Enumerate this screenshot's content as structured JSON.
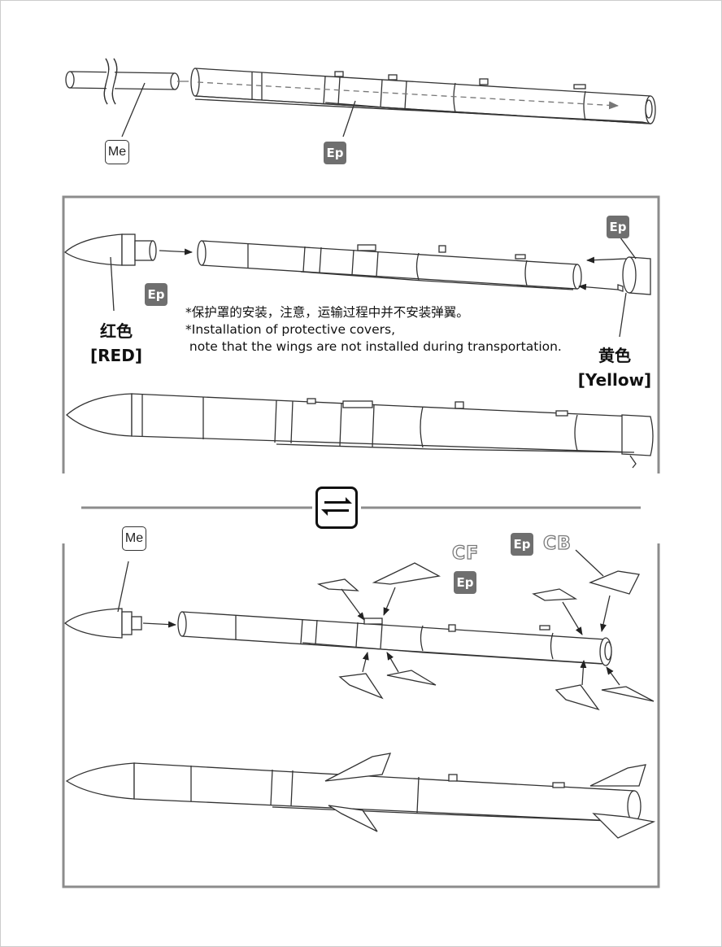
{
  "materials": {
    "metal_code": "Me",
    "photoetch_code": "Ep"
  },
  "notes": {
    "chinese": "*保护罩的安装，注意，运输过程中并不安装弹翼。",
    "english_line1": "*Installation of protective covers,",
    "english_line2": " note that the wings are not installed during transportation."
  },
  "cover_colors": {
    "red_cn": "红色",
    "red_en": "[RED]",
    "yellow_cn": "黄色",
    "yellow_en": "[Yellow]"
  },
  "parts": {
    "front_fin_code": "CF",
    "rear_fin_code": "CB"
  },
  "icons": [
    "swap-icon",
    "arrow-icon"
  ],
  "colors": {
    "line": "#333333",
    "frame": "#8c8c8c",
    "badge_gray": "#6f6f6f"
  }
}
